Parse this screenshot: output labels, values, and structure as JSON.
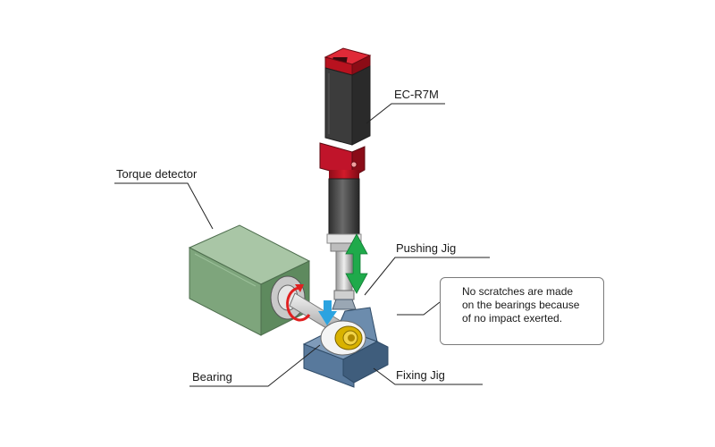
{
  "labels": {
    "ec_r7m": "EC-R7M",
    "torque_detector": "Torque detector",
    "pushing_jig": "Pushing Jig",
    "bearing": "Bearing",
    "fixing_jig": "Fixing Jig"
  },
  "note": {
    "lines": [
      "No scratches are made",
      "on the bearings because",
      "of no impact exerted."
    ]
  },
  "colors": {
    "actuator_body": "#4a4a4a",
    "actuator_red": "#c8102e",
    "motor_green": "#6e9a6e",
    "fixing_jig_blue": "#4c6a8a",
    "arrow_green": "#1faa4b",
    "arrow_blue": "#2ba3e0",
    "rotation_red": "#e02020"
  },
  "icons": {
    "vertical_motion": "double-headed-arrow-icon",
    "push_direction": "down-arrow-icon",
    "rotation": "rotation-arrow-icon"
  }
}
